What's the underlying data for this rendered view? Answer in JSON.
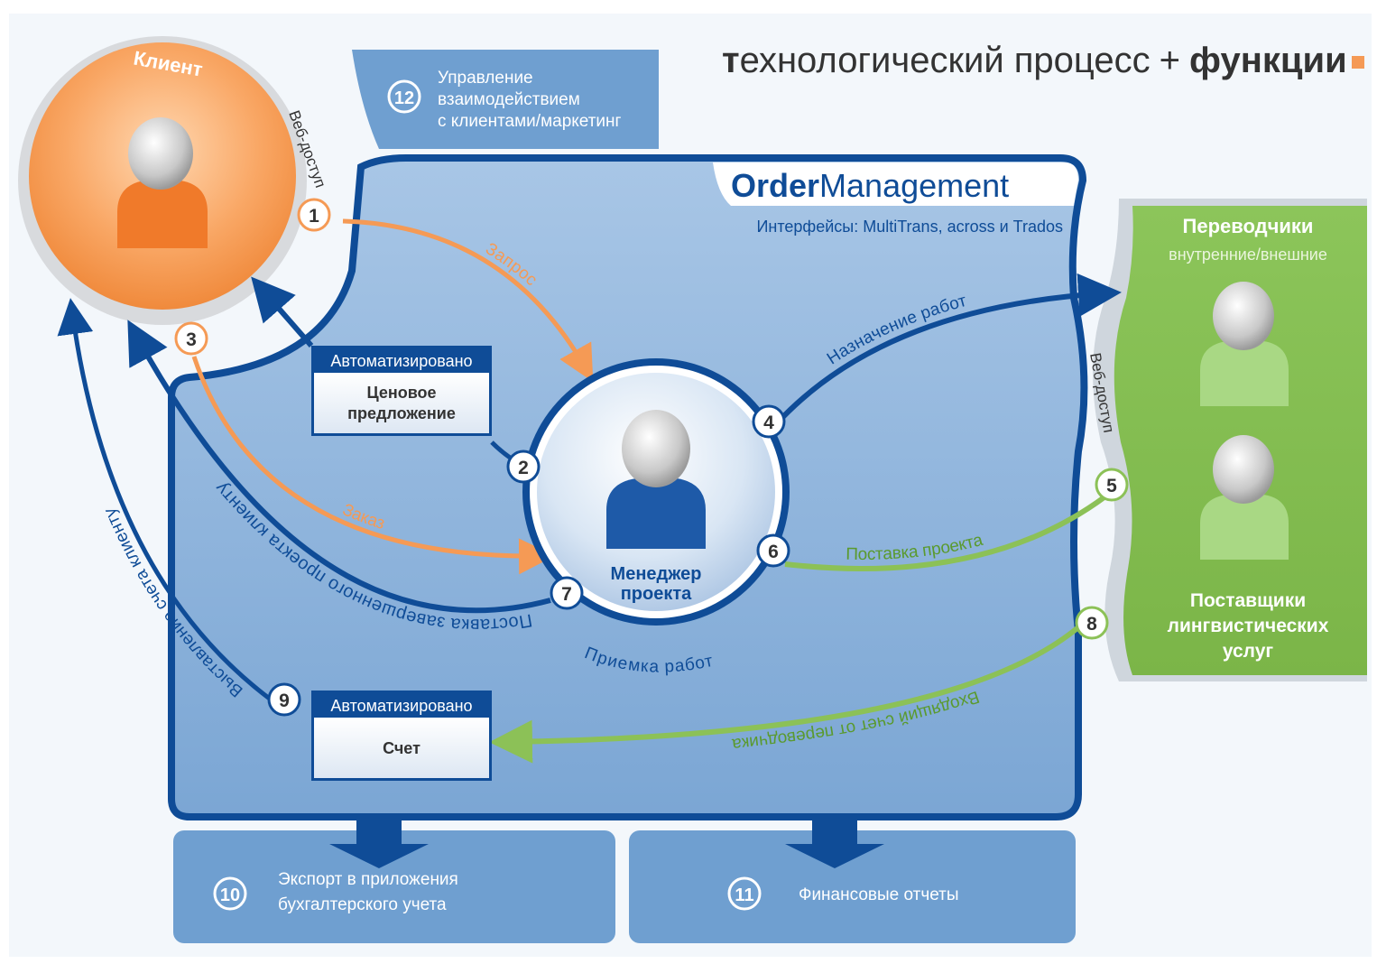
{
  "header": {
    "title_first_letter": "т",
    "title_word1_rest": "ехнологический процесс",
    "title_plus": "+",
    "title_word2": "функции"
  },
  "client": {
    "label": "Клиент",
    "web_access": "Веб-доступ"
  },
  "crm_box": {
    "number": "12",
    "lines": [
      "Управление",
      "взаимодействием",
      "с клиентами/маркетинг"
    ]
  },
  "order_management": {
    "title_bold": "Order",
    "title_regular": "Management",
    "interfaces": "Интерфейсы: MultiTrans, across и Trados"
  },
  "manager": {
    "lines": [
      "Менеджер",
      "проекта"
    ]
  },
  "translators": {
    "title": "Переводчики",
    "subtitle": "внутренние/внешние",
    "providers_lines": [
      "Поставщики",
      "лингвистических",
      "услуг"
    ],
    "web_access": "Веб-доступ"
  },
  "auto_price": {
    "header": "Автоматизировано",
    "lines": [
      "Ценовое",
      "предложение"
    ]
  },
  "auto_invoice": {
    "header": "Автоматизировано",
    "label": "Счет"
  },
  "flows": {
    "request": "Запрос",
    "order": "Заказ",
    "assignment": "Назначение работ",
    "project_delivery": "Поставка проекта",
    "acceptance": "Приемка работ",
    "delivery_to_client": "Поставка завершенного проекта клиенту",
    "invoicing_client": "Выставление счета клиенту",
    "incoming_invoice": "Входящий счет от переводчика"
  },
  "steps": [
    "1",
    "2",
    "3",
    "4",
    "5",
    "6",
    "7",
    "8",
    "9"
  ],
  "bottom": {
    "export": {
      "number": "10",
      "lines": [
        "Экспорт в приложения",
        "бухгалтерского учета"
      ]
    },
    "reports": {
      "number": "11",
      "label": "Финансовые отчеты"
    }
  },
  "colors": {
    "dark_blue": "#0f4c97",
    "mid_blue": "#6f9fd0",
    "light_blue_panel": "#8fb6de",
    "orange": "#f59a55",
    "green": "#8cc157",
    "gray_text": "#333333"
  }
}
